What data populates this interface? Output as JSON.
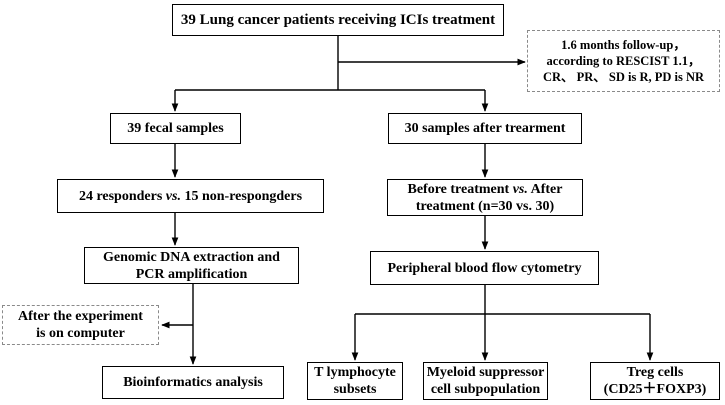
{
  "top": {
    "text": "39 Lung cancer patients receiving ICIs treatment"
  },
  "followup": {
    "line1": "1.6 months follow-up，",
    "line2": "according to RESCIST 1.1，",
    "line3": "CR、 PR、 SD is R, PD is NR"
  },
  "left": {
    "fecal": {
      "text": "39 fecal samples"
    },
    "responders": {
      "pre": "24 responders ",
      "vs": "vs.",
      "post": " 15 non-respongders"
    },
    "dna": {
      "line1": "Genomic DNA extraction and",
      "line2": "PCR amplification"
    },
    "computer": {
      "line1": "After the experiment",
      "line2": "is on computer"
    },
    "bioinfo": {
      "text": "Bioinformatics analysis"
    }
  },
  "right": {
    "samples": {
      "text": "30 samples after trearment"
    },
    "before_after": {
      "pre": "Before treatment ",
      "vs": "vs.",
      "post": " After",
      "line2": "treatment (n=30 vs. 30)"
    },
    "cytometry": {
      "text": "Peripheral blood flow cytometry"
    },
    "tlymph": {
      "line1": "T lymphocyte",
      "line2": "subsets"
    },
    "myeloid": {
      "line1": "Myeloid suppressor",
      "line2": "cell subpopulation"
    },
    "treg": {
      "line1": "Treg cells",
      "line2": "(CD25＋FOXP3)"
    }
  }
}
